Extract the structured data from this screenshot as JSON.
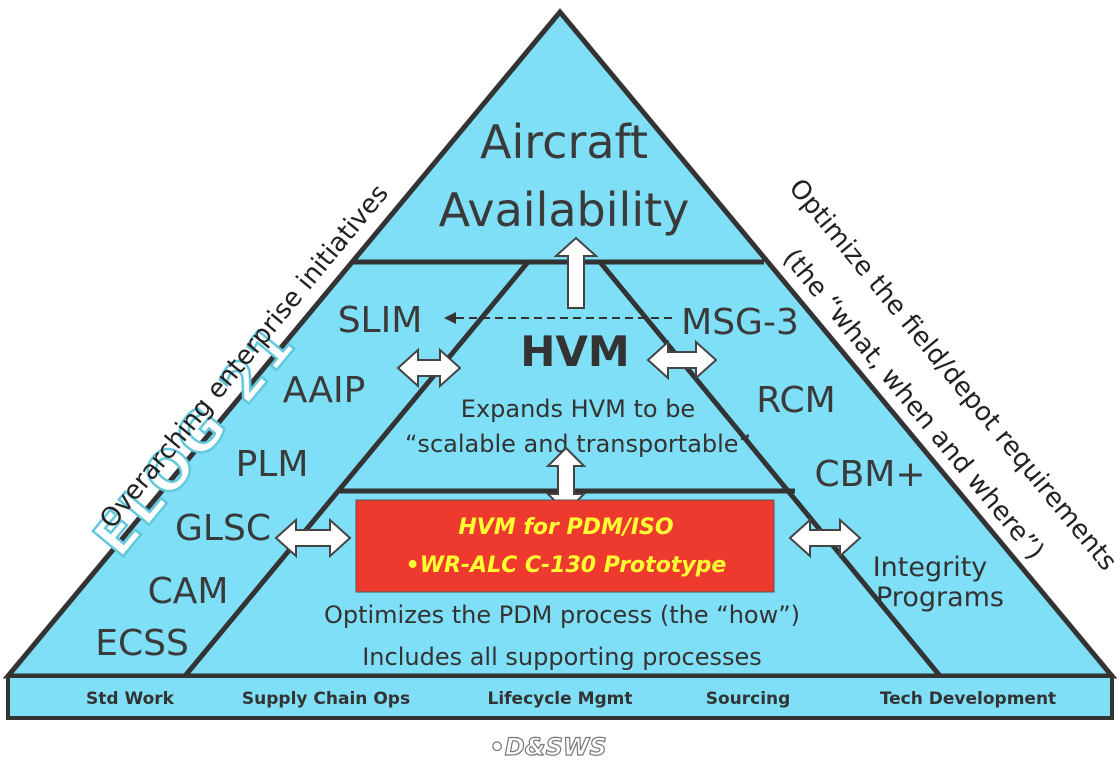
{
  "diagram": {
    "apex": {
      "line1": "Aircraft",
      "line2": "Availability"
    },
    "center": {
      "title": "HVM",
      "desc_line1": "Expands HVM to be",
      "desc_line2": "“scalable and transportable”"
    },
    "left_items": {
      "slim": "SLIM",
      "aaip": "AAIP",
      "plm": "PLM",
      "glsc": "GLSC",
      "cam": "CAM",
      "ecss": "ECSS"
    },
    "right_items": {
      "msg3": "MSG-3",
      "rcm": "RCM",
      "cbm": "CBM+",
      "integrity1": "Integrity",
      "integrity2": "Programs"
    },
    "highlight_box": {
      "line1": "HVM for PDM/ISO",
      "line2": "•WR-ALC  C-130 Prototype",
      "fill": "#ee3a2e",
      "text_color": "#ffff33"
    },
    "bottom_desc": {
      "line1": "Optimizes the PDM process (the “how”)",
      "line2": "Includes all supporting processes"
    },
    "left_side": {
      "elog": "ELOG 21",
      "caption": "Overarching enterprise initiatives"
    },
    "right_side": {
      "caption1": "Optimize the field/depot requirements",
      "caption2": "(the “what, when and where”)"
    },
    "base_bar": [
      "Std Work",
      "Supply Chain Ops",
      "Lifecycle Mgmt",
      "Sourcing",
      "Tech Development"
    ],
    "footer": "•D&SWS",
    "colors": {
      "pyramid_fill": "#7fdff7",
      "outline": "#333333"
    }
  }
}
